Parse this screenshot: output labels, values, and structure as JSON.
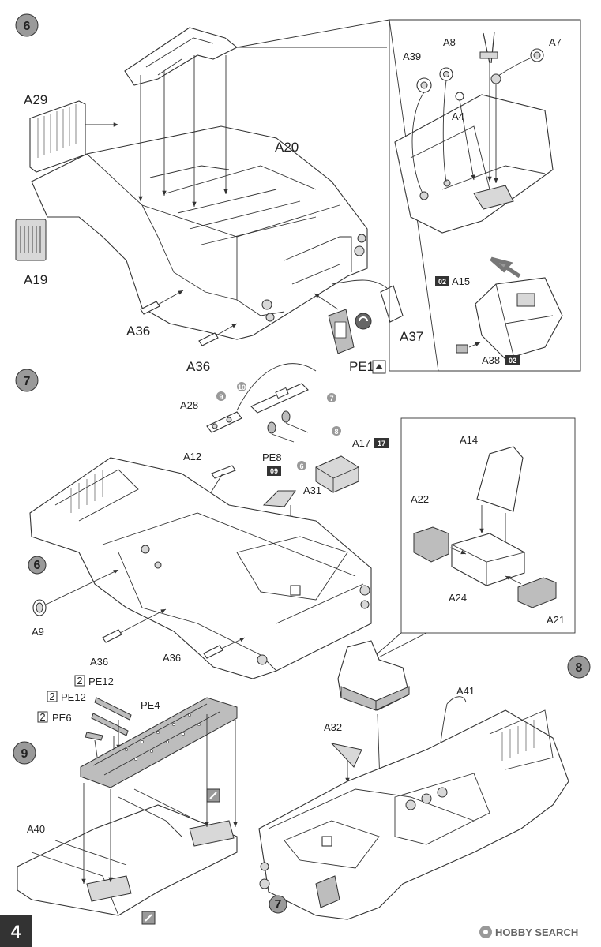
{
  "page": {
    "number": "4"
  },
  "watermark": {
    "brand": "HOBBY SEARCH"
  },
  "steps": [
    {
      "number": "6"
    },
    {
      "number": "7"
    },
    {
      "number": "8"
    },
    {
      "number": "9"
    }
  ],
  "step6": {
    "labels": {
      "a29": "A29",
      "a19": "A19",
      "a20": "A20",
      "a36_1": "A36",
      "a36_2": "A36",
      "a37": "A37",
      "pe1": "PE1",
      "a8": "A8",
      "a7": "A7",
      "a39": "A39",
      "a4": "A4",
      "a15": "A15",
      "a38": "A38"
    },
    "color_badges": {
      "a15": "02",
      "a38": "02"
    }
  },
  "step7": {
    "labels": {
      "a28": "A28",
      "a12": "A12",
      "pe8": "PE8",
      "a17": "A17",
      "a31": "A31",
      "a9": "A9",
      "a36_1": "A36",
      "a36_2": "A36",
      "a22": "A22",
      "a14": "A14",
      "a24": "A24",
      "a21": "A21",
      "ref6": "6"
    },
    "color_badges": {
      "pe8": "09",
      "a17": "17"
    },
    "decal_numbers": [
      "9",
      "10",
      "7",
      "8",
      "6"
    ]
  },
  "step8": {
    "labels": {
      "a41": "A41",
      "a32": "A32",
      "ref7": "7"
    }
  },
  "step9": {
    "labels": {
      "pe12_1": "PE12",
      "pe12_2": "PE12",
      "pe4": "PE4",
      "pe6": "PE6",
      "a40": "A40"
    },
    "quantities": {
      "pe12_1": "2",
      "pe12_2": "2",
      "pe6": "2"
    }
  }
}
